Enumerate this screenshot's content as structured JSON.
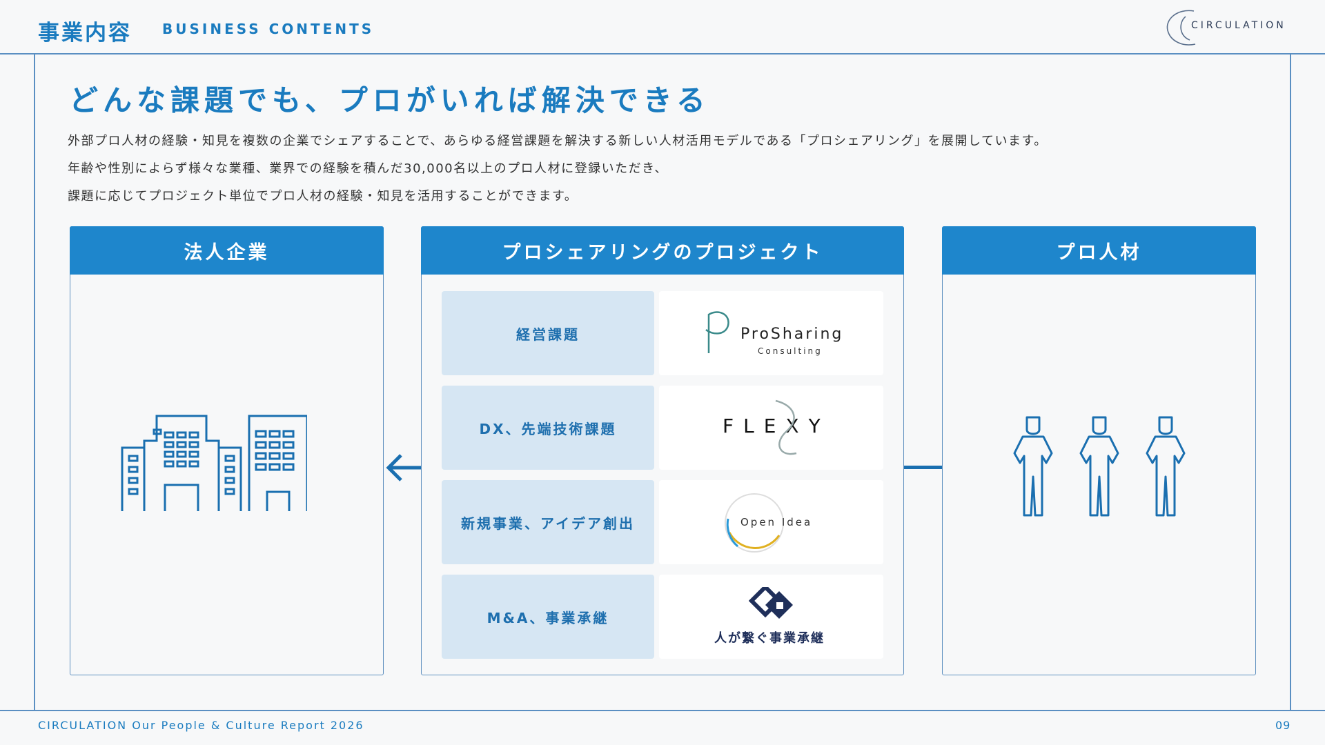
{
  "header": {
    "title_jp": "事業内容",
    "title_en": "BUSINESS CONTENTS",
    "logo_text": "CIRCULATION"
  },
  "headline": "どんな課題でも、プロがいれば解決できる",
  "description": [
    "外部プロ人材の経験・知見を複数の企業でシェアすることで、あらゆる経営課題を解決する新しい人材活用モデルである「プロシェアリング」を展開しています。",
    "年齢や性別によらず様々な業種、業界での経験を積んだ30,000名以上のプロ人材に登録いただき、",
    "課題に応じてプロジェクト単位でプロ人材の経験・知見を活用することができます。"
  ],
  "panels": {
    "left": "法人企業",
    "center": "プロシェアリングのプロジェクト",
    "right": "プロ人材"
  },
  "rows": [
    {
      "label": "経営課題",
      "logo_text": "ProSharing",
      "logo_sub": "Consulting"
    },
    {
      "label": "DX、先端技術課題",
      "logo_text": "FLEXY"
    },
    {
      "label": "新規事業、アイデア創出",
      "logo_text": "Open Idea"
    },
    {
      "label": "M&A、事業承継",
      "logo_text": "人が繋ぐ事業承継"
    }
  ],
  "footer": {
    "left": "CIRCULATION Our People & Culture Report 2026",
    "page": "09"
  },
  "colors": {
    "accent": "#1e86cc",
    "label_bg": "#d6e6f3",
    "navy": "#1f2f5a"
  }
}
